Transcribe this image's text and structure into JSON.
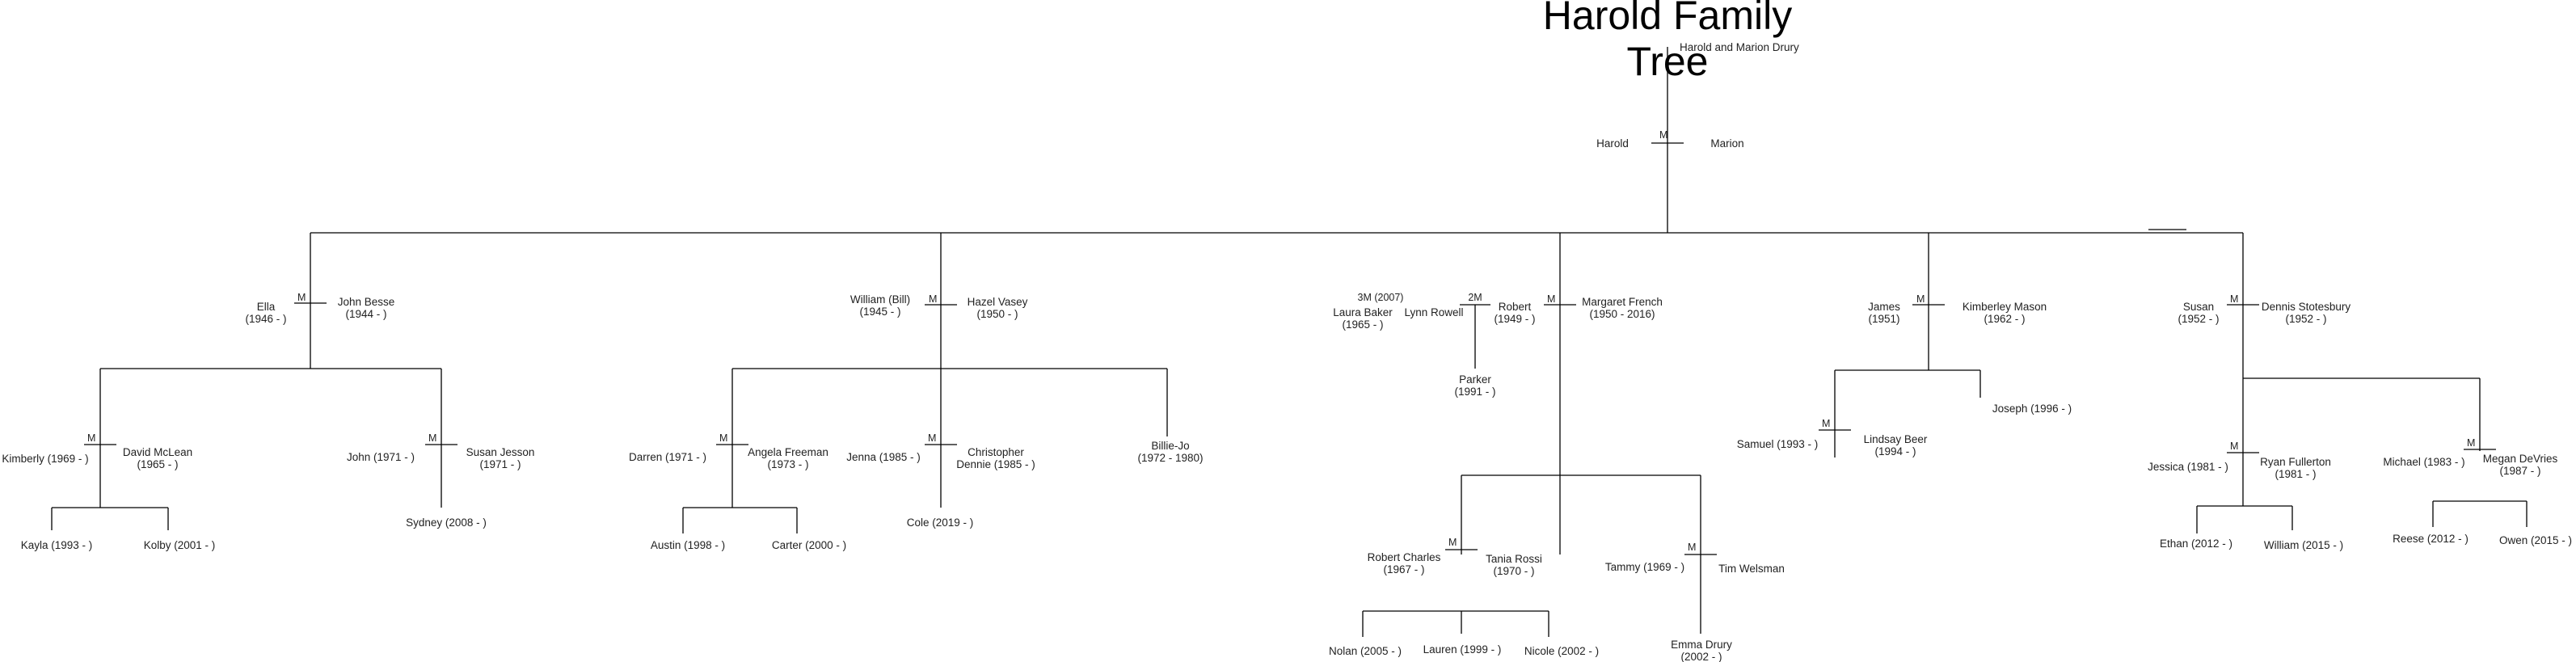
{
  "title": [
    "Harold Family",
    "Tree"
  ],
  "root_label": "Harold and Marion Drury",
  "marriage_marker": "M",
  "people": {
    "harold": "Harold",
    "marion": "Marion",
    "ella": [
      "Ella",
      "(1946 - )"
    ],
    "john_besse": [
      "John Besse",
      "(1944 - )"
    ],
    "william_bill": [
      "William (Bill)",
      "(1945 - )"
    ],
    "hazel_vasey": [
      "Hazel Vasey",
      "(1950 - )"
    ],
    "laura_baker": [
      "Laura Baker",
      "(1965 - )"
    ],
    "lynn_rowell": "Lynn Rowell",
    "robert": [
      "Robert",
      "(1949 - )"
    ],
    "margaret_french": [
      "Margaret French",
      "(1950 - 2016)"
    ],
    "james": [
      "James",
      "(1951)"
    ],
    "kimberley_mason": [
      "Kimberley Mason",
      "(1962 - )"
    ],
    "susan": [
      "Susan",
      "(1952 - )"
    ],
    "dennis_stotesbury": [
      "Dennis Stotesbury",
      "(1952 - )"
    ],
    "kimberly": "Kimberly (1969 - )",
    "david_mclean": [
      "David McLean",
      "(1965 - )"
    ],
    "john_1971": "John (1971 - )",
    "susan_jesson": [
      "Susan Jesson",
      "(1971 - )"
    ],
    "darren": "Darren (1971 - )",
    "angela_freeman": [
      "Angela Freeman",
      "(1973 - )"
    ],
    "jenna": "Jenna (1985 - )",
    "christopher_dennie": [
      "Christopher",
      "Dennie (1985 - )"
    ],
    "billie_jo": [
      "Billie-Jo",
      "(1972 - 1980)"
    ],
    "parker": [
      "Parker",
      "(1991 - )"
    ],
    "samuel": "Samuel (1993 - )",
    "lindsay_beer": [
      "Lindsay Beer",
      "(1994 - )"
    ],
    "joseph": "Joseph (1996 - )",
    "jessica": "Jessica (1981 - )",
    "ryan_fullerton": [
      "Ryan Fullerton",
      "(1981 - )"
    ],
    "michael": "Michael (1983 - )",
    "megan_devries": [
      "Megan DeVries",
      "(1987 - )"
    ],
    "kayla": "Kayla (1993 - )",
    "kolby": "Kolby (2001 - )",
    "sydney": "Sydney (2008 - )",
    "austin": "Austin (1998 - )",
    "carter": "Carter (2000 - )",
    "cole": "Cole (2019 - )",
    "robert_charles": [
      "Robert Charles",
      "(1967 - )"
    ],
    "tania_rossi": [
      "Tania Rossi",
      "(1970 - )"
    ],
    "tammy": "Tammy (1969 - )",
    "tim_welsman": "Tim Welsman",
    "nolan": "Nolan (2005 - )",
    "lauren": "Lauren (1999 - )",
    "nicole": "Nicole (2002 - )",
    "emma_drury": [
      "Emma Drury",
      "(2002 - )"
    ],
    "ethan": "Ethan (2012 - )",
    "william_2015": "William (2015 - )",
    "reese": "Reese (2012 - )",
    "owen": "Owen (2015 - )"
  },
  "marriage_notes": {
    "laura_baker": "3M (2007)",
    "lynn_rowell": "2M"
  }
}
